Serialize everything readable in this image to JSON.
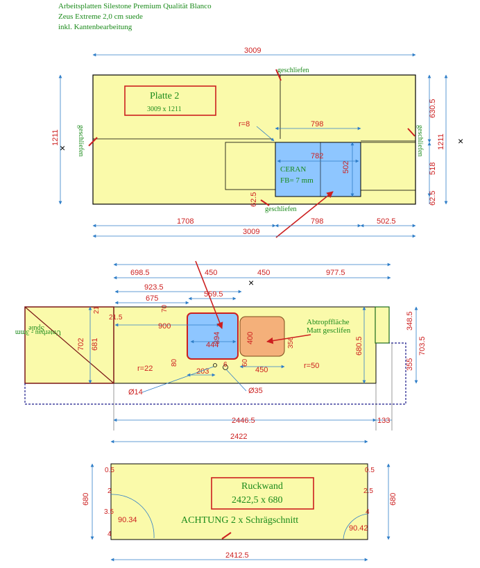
{
  "header": {
    "line1": "Arbeitsplatten Silestone Premium Qualität Blanco",
    "line2": "Zeus Extreme 2,0 cm suede",
    "line3": "inkl. Kantenbearbeitung"
  },
  "colors": {
    "panel": "#fafaaa",
    "dimension": "#2f7ec8",
    "dimension_text": "#cc1f1f",
    "annotation": "#1a8a1a",
    "cutout_blue": "#8ec6ff",
    "drainboard": "#f4b07a",
    "highlight_box": "#cc1f1f"
  },
  "plate2": {
    "label_title": "Platte 2",
    "label_size": "3009 x 1211",
    "dim_top": "3009",
    "dim_left": "1211",
    "dim_right_total": "1211",
    "dim_right_upper": "630.5",
    "dim_right_mid": "518",
    "dim_right_lower": "62.5",
    "dim_cutout_top": "798",
    "dim_cutout_inner": "782",
    "dim_cutout_height": "502",
    "dim_bottom_left": "1708",
    "dim_bottom_mid": "798",
    "dim_bottom_right": "502.5",
    "dim_bottom_total": "3009",
    "dim_bottom_gap": "62.5",
    "radius": "r=8",
    "ceran_label": "CERAN",
    "ceran_fb": "FB= 7 mm",
    "note_top": "geschliefen",
    "note_left": "geschliefen",
    "note_right": "geschliefen",
    "note_bottom": "geschliefen"
  },
  "plate_sink": {
    "dim_top_1": "698.5",
    "dim_top_2": "450",
    "dim_top_3": "450",
    "dim_top_4": "977.5",
    "dim_row2_1": "923.5",
    "dim_row3_1": "675",
    "dim_row3_2": "559.5",
    "dim_70": "70",
    "dim_21": "21",
    "dim_215": "21.5",
    "dim_900": "900",
    "dim_394": "394",
    "dim_444": "444",
    "dim_400": "400",
    "dim_356": "356",
    "dim_450_inner": "450",
    "dim_80": "80",
    "dim_60": "60",
    "dim_6": "6",
    "dim_203": "203",
    "dim_702": "702",
    "dim_681": "681",
    "dim_6805": "680.5",
    "dim_3485": "348.5",
    "dim_7035": "703.5",
    "dim_355": "355",
    "dim_2446": "2446.5",
    "dim_133": "133",
    "r22": "r=22",
    "r50": "r=50",
    "d14": "Ø14",
    "d35": "Ø35",
    "drain_label_1": "Abtropffläche",
    "drain_label_2": "Matt gesclifen",
    "spule_label_1": "Spule",
    "spule_label_2": "Unterbau - 3mm"
  },
  "ruckwand": {
    "title": "Ruckwand",
    "size": "2422,5 x 680",
    "warning": "ACHTUNG 2 x Schrägschnitt",
    "dim_top": "2422",
    "dim_bottom": "2412.5",
    "dim_left": "680",
    "dim_right": "680",
    "left_05": "0.5",
    "left_2": "2",
    "left_35": "3.5",
    "left_4": "4",
    "right_05": "0.5",
    "right_25": "2.5",
    "right_4": "4",
    "angle_left": "90.34",
    "angle_right": "90.42"
  }
}
